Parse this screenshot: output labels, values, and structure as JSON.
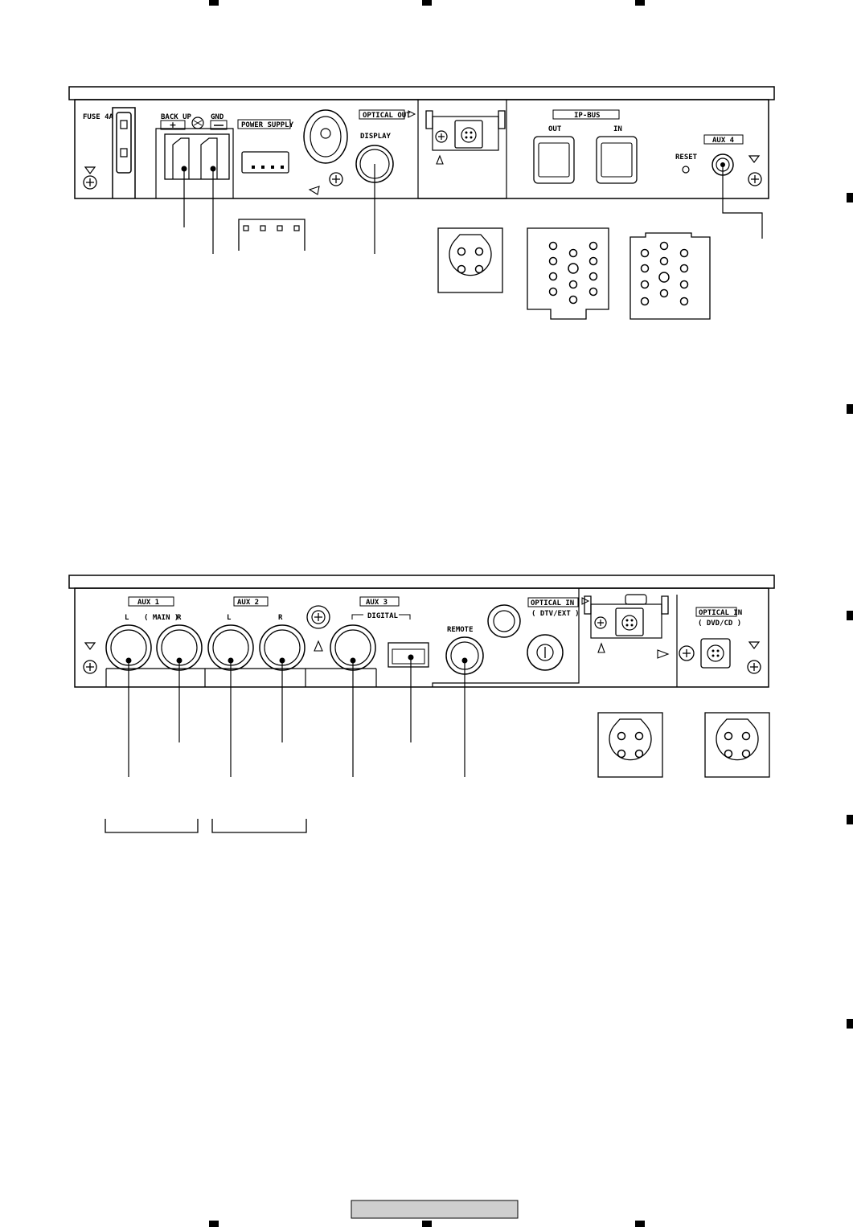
{
  "top_panel": {
    "fuse": "FUSE 4A",
    "backup": "BACK UP",
    "gnd": "GND",
    "power_supply": "POWER SUPPLY",
    "optical_out": "OPTICAL OUT",
    "display": "DISPLAY",
    "ipbus": "IP-BUS",
    "ip_out": "OUT",
    "ip_in": "IN",
    "reset": "RESET",
    "aux4": "AUX 4"
  },
  "bottom_panel": {
    "aux1": "AUX 1",
    "aux2": "AUX 2",
    "aux3": "AUX 3",
    "l1": "L",
    "main": "( MAIN )",
    "r1": "R",
    "l2": "L",
    "r2": "R",
    "digital": "DIGITAL",
    "remote": "REMOTE",
    "optical_in_a": "OPTICAL IN",
    "optical_in_a_sub": "( DTV/EXT )",
    "optical_in_b": "OPTICAL IN",
    "optical_in_b_sub": "( DVD/CD )"
  },
  "colors": {
    "line": "#000000",
    "footer_box": "#cfcfcf"
  }
}
